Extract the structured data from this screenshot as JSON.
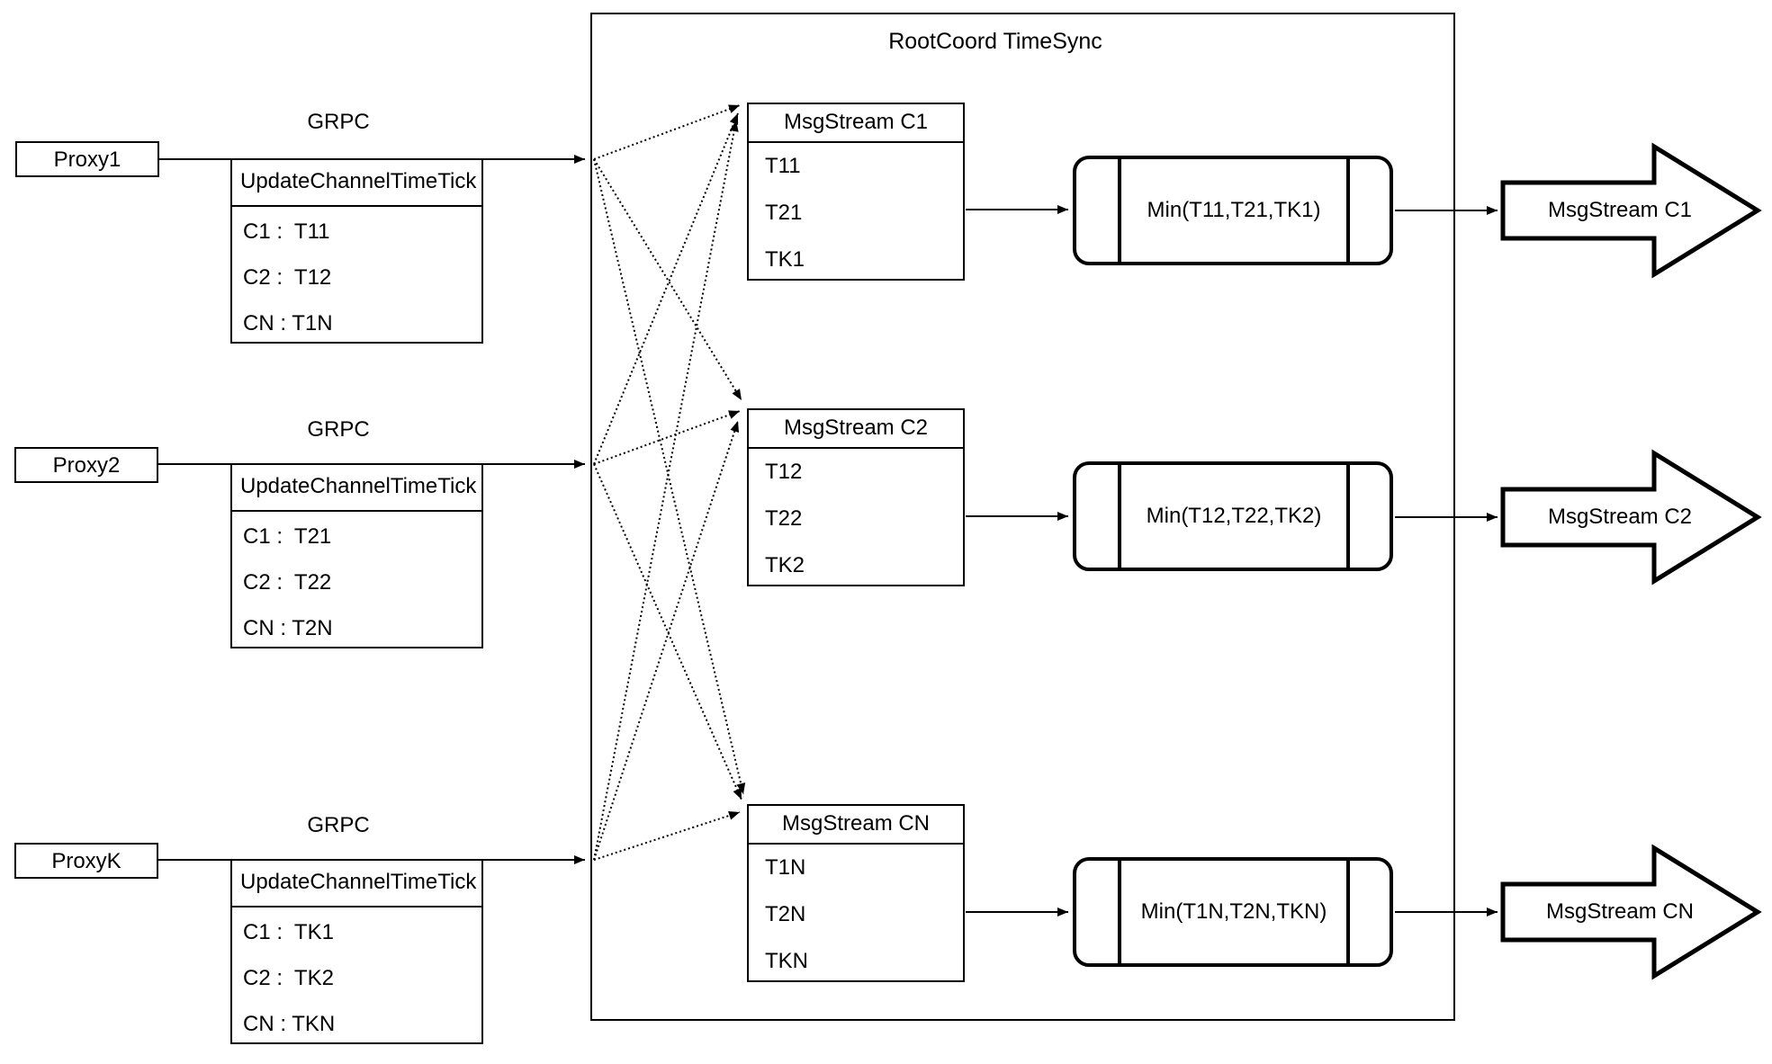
{
  "diagram": {
    "background": "#ffffff",
    "stroke_color": "#000000",
    "container_title": "RootCoord TimeSync",
    "grpc_label": "GRPC",
    "proxies": [
      {
        "name": "Proxy1",
        "rpc": {
          "header": "UpdateChannelTimeTick",
          "rows": [
            "C1 :  T11",
            "C2 :  T12",
            "CN : T1N"
          ]
        }
      },
      {
        "name": "Proxy2",
        "rpc": {
          "header": "UpdateChannelTimeTick",
          "rows": [
            "C1 :  T21",
            "C2 :  T22",
            "CN : T2N"
          ]
        }
      },
      {
        "name": "ProxyK",
        "rpc": {
          "header": "UpdateChannelTimeTick",
          "rows": [
            "C1 :  TK1",
            "C2 :  TK2",
            "CN : TKN"
          ]
        }
      }
    ],
    "streams": [
      {
        "header": "MsgStream C1",
        "ticks": [
          "T11",
          "T21",
          "TK1"
        ],
        "min_label": "Min(T11,T21,TK1)",
        "output_label": "MsgStream C1"
      },
      {
        "header": "MsgStream C2",
        "ticks": [
          "T12",
          "T22",
          "TK2"
        ],
        "min_label": "Min(T12,T22,TK2)",
        "output_label": "MsgStream C2"
      },
      {
        "header": "MsgStream CN",
        "ticks": [
          "T1N",
          "T2N",
          "TKN"
        ],
        "min_label": "Min(T1N,T2N,TKN)",
        "output_label": "MsgStream CN"
      }
    ]
  }
}
